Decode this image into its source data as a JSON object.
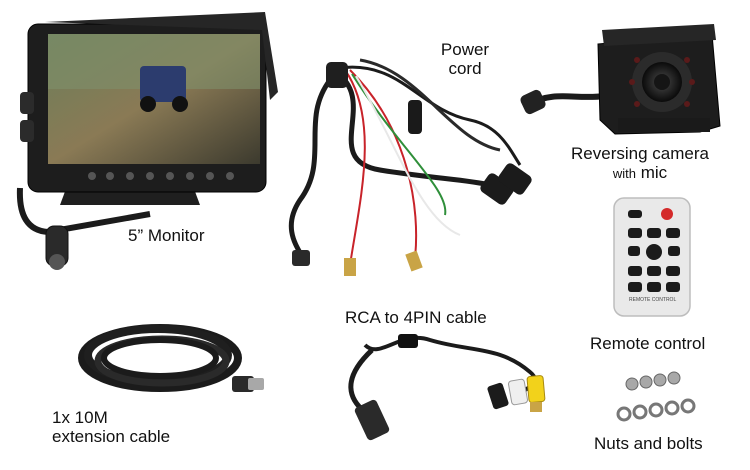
{
  "products": {
    "monitor": {
      "label": "5” Monitor"
    },
    "power_cord": {
      "label_line1": "Power",
      "label_line2": "cord"
    },
    "camera": {
      "label_line1": "Reversing camera",
      "label_line2_small": "with",
      "label_line2": "mic"
    },
    "remote": {
      "label": "Remote control",
      "printed_text": "REMOTE CONTROL"
    },
    "rca_cable": {
      "label": "RCA to 4PIN cable"
    },
    "extension_cable": {
      "label_line1": "1x 10M",
      "label_line2": "extension cable"
    },
    "nuts_bolts": {
      "label": "Nuts and bolts"
    }
  },
  "colors": {
    "background": "#ffffff",
    "device_black": "#1b1b1b",
    "rca_yellow": "#f2d21b",
    "wire_red": "#c8232a",
    "wire_green": "#2f8f3a",
    "brass": "#c9a446",
    "metal": "#a8a8a8"
  }
}
